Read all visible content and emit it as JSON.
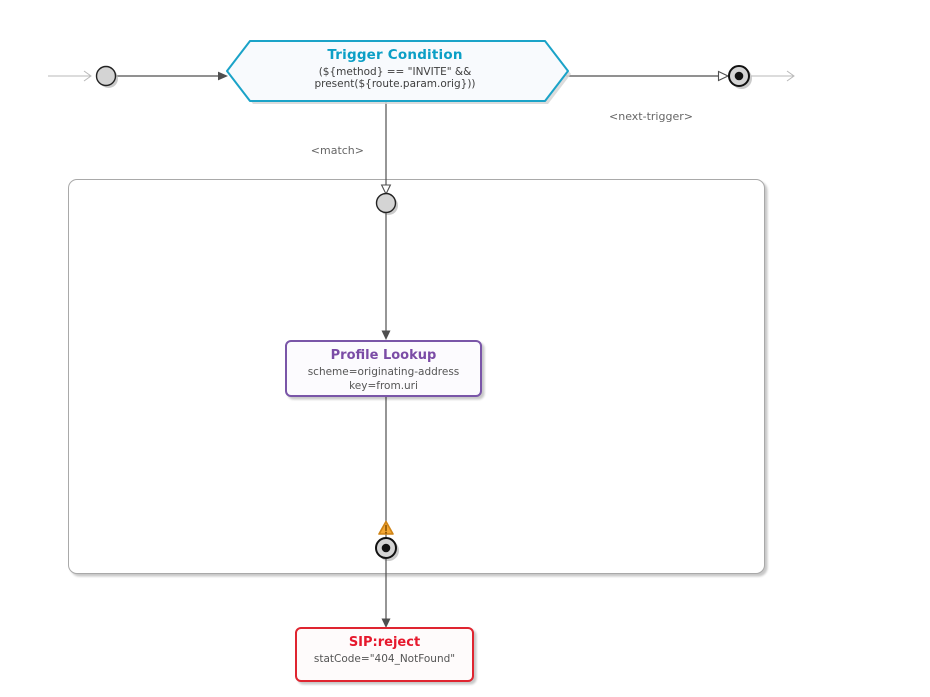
{
  "diagram": {
    "trigger_node": {
      "title": "Trigger Condition",
      "condition": "(${method} == \"INVITE\" && present(${route.param.orig}))"
    },
    "labels": {
      "match": "<match>",
      "next_trigger": "<next-trigger>"
    },
    "profile_node": {
      "title": "Profile Lookup",
      "param1": "scheme=originating-address",
      "param2": "key=from.uri"
    },
    "reject_node": {
      "title": "SIP:reject",
      "param1": "statCode=\"404_NotFound\""
    },
    "icons": {
      "warning": "warning-icon"
    },
    "colors": {
      "trigger_accent": "#1ba3c8",
      "trigger_title": "#0b9fc6",
      "profile_accent": "#7a56a8",
      "profile_title": "#7b4ca6",
      "reject_accent": "#df2530",
      "reject_title": "#e6192d",
      "edge_dark": "#4f4f4f",
      "edge_light": "#b9b9b9",
      "label_gray": "#666666",
      "node_fill": "#d4d4d4",
      "warning_fill": "#f4a733"
    }
  }
}
